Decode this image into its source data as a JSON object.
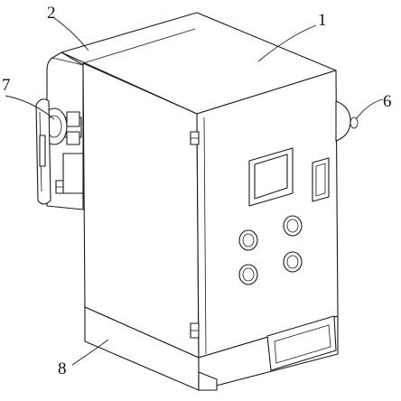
{
  "labels": [
    {
      "id": "1",
      "text": "1"
    },
    {
      "id": "2",
      "text": "2"
    },
    {
      "id": "6",
      "text": "6"
    },
    {
      "id": "7",
      "text": "7"
    },
    {
      "id": "8",
      "text": "8"
    }
  ]
}
